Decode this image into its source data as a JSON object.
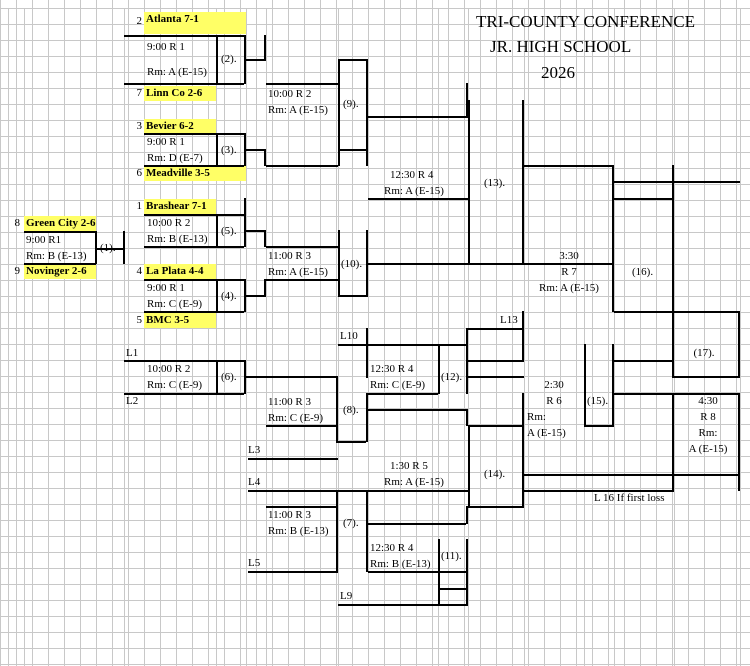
{
  "header": {
    "line1": "TRI-COUNTY CONFERENCE",
    "line2": "JR. HIGH SCHOOL",
    "line3": "2026"
  },
  "teams": {
    "atlanta": {
      "seed": "2",
      "name": "Atlanta 7-1"
    },
    "linn_co": {
      "seed": "7",
      "name": "Linn Co 2-6"
    },
    "bevier": {
      "seed": "3",
      "name": "Bevier 6-2"
    },
    "meadville": {
      "seed": "6",
      "name": "Meadville 3-5"
    },
    "brashear": {
      "seed": "1",
      "name": "Brashear 7-1"
    },
    "la_plata": {
      "seed": "4",
      "name": "La Plata 4-4"
    },
    "bmc": {
      "seed": "5",
      "name": "BMC 3-5"
    },
    "green_city": {
      "seed": "8",
      "name": "Green City 2-6"
    },
    "novinger": {
      "seed": "9",
      "name": "Novinger 2-6"
    }
  },
  "games": {
    "g1": {
      "num": "(1).",
      "time": "9:00    R1",
      "room": "Rm: B (E-13)"
    },
    "g2": {
      "num": "(2).",
      "time": "9:00    R 1",
      "room": "Rm: A (E-15)"
    },
    "g3": {
      "num": "(3).",
      "time": "9:00    R 1",
      "room": "Rm: D (E-7)"
    },
    "g4": {
      "num": "(4).",
      "time": "9:00    R 1",
      "room": "Rm: C (E-9)"
    },
    "g5": {
      "num": "(5).",
      "time": "10:00   R 2",
      "room": "Rm: B (E-13)"
    },
    "g6": {
      "num": "(6).",
      "time": "10:00    R 2",
      "room": "Rm: C (E-9)"
    },
    "g7": {
      "num": "(7).",
      "time": "11:00   R 3",
      "room": "Rm: B (E-13)"
    },
    "g8": {
      "num": "(8).",
      "time": "11:00   R 3",
      "room": "Rm: C (E-9)"
    },
    "g9": {
      "num": "(9).",
      "time": "10:00   R 2",
      "room": "Rm: A (E-15)"
    },
    "g10": {
      "num": "(10).",
      "time": "11:00   R 3",
      "room": "Rm: A (E-15)"
    },
    "g11": {
      "num": "(11).",
      "time": "12:30   R 4",
      "room": "Rm: B (E-13)"
    },
    "g12": {
      "num": "(12).",
      "time": "12:30   R 4",
      "room": "Rm: C (E-9)"
    },
    "g13": {
      "num": "(13).",
      "time": "12:30   R 4",
      "room": "Rm: A (E-15)"
    },
    "g14": {
      "num": "(14).",
      "time": "1:30     R 5",
      "room": "Rm: A (E-15)"
    },
    "g15": {
      "num": "(15).",
      "time": "2:30",
      "round": "R 6",
      "room": "Rm:",
      "room2": "A (E-15)"
    },
    "g16": {
      "num": "(16).",
      "time": "3:30",
      "round": "R 7",
      "room": "Rm: A (E-15)"
    },
    "g17": {
      "num": "(17).",
      "time": "4:30",
      "round": "R 8",
      "room": "Rm:",
      "room2": "A (E-15)"
    }
  },
  "losers": {
    "l1": "L1",
    "l2": "L2",
    "l3": "L3",
    "l4": "L4",
    "l5": "L5",
    "l9": "L9",
    "l10": "L10",
    "l13": "L13",
    "l16": "L 16 If first loss"
  }
}
